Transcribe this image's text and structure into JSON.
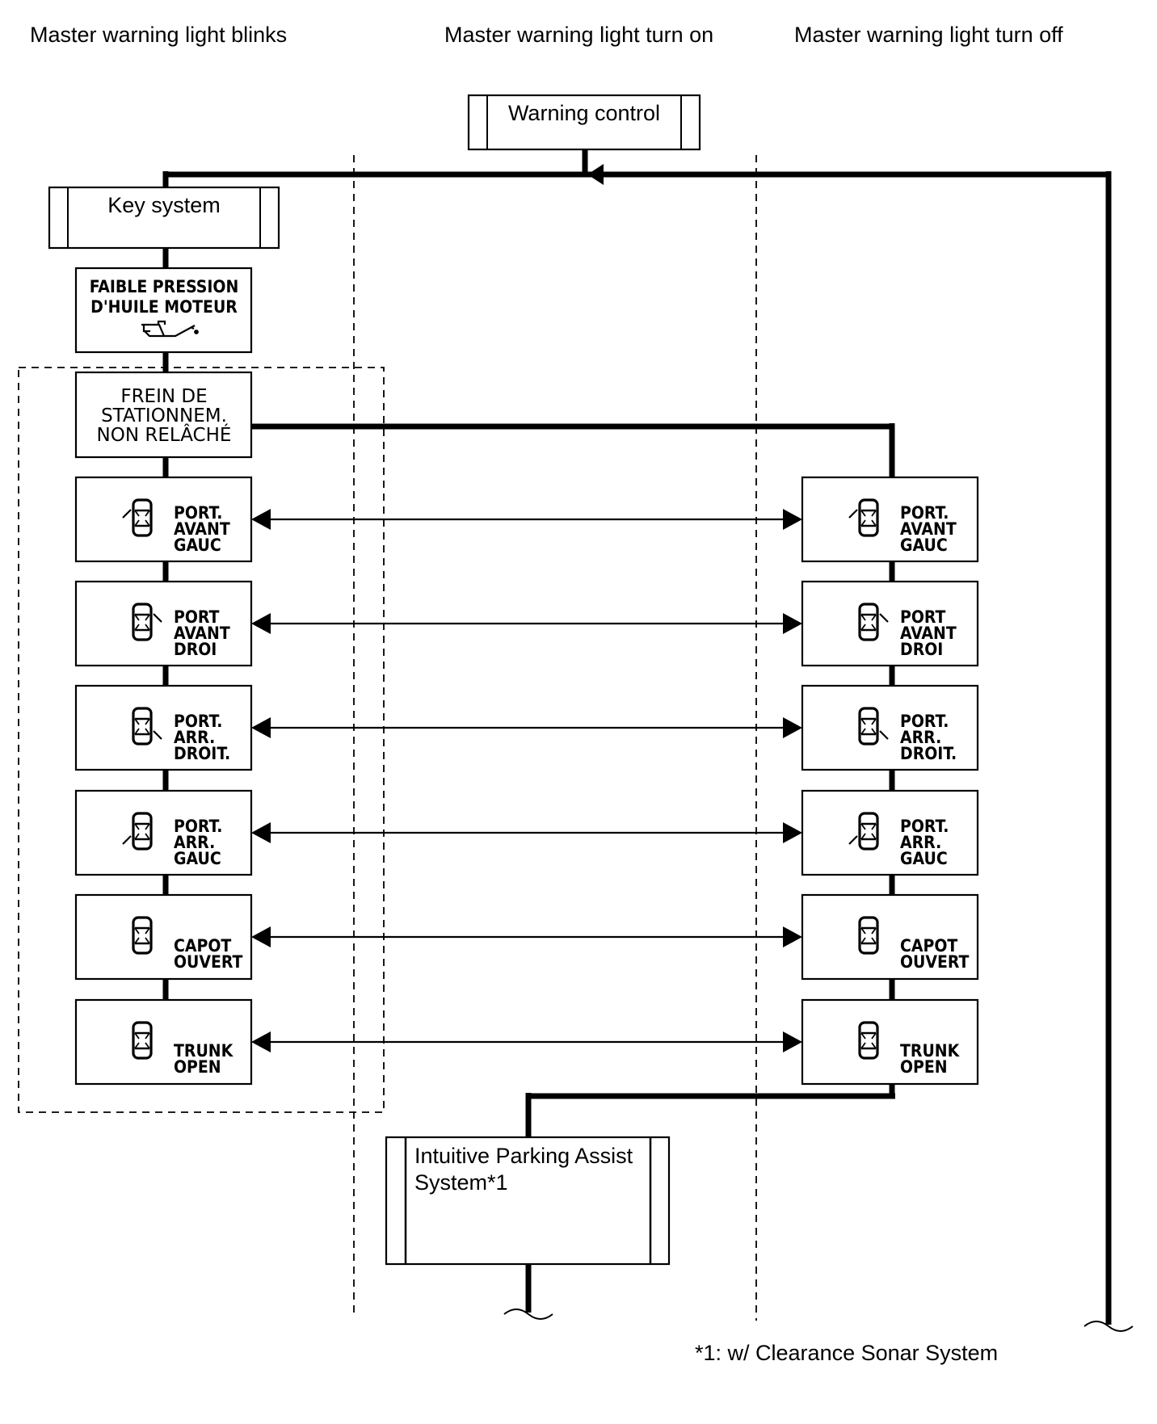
{
  "headers": {
    "blinks": "Master warning light blinks",
    "turn_on": "Master warning light turn on",
    "turn_off": "Master warning light turn off"
  },
  "systems": {
    "warning_control": "Warning control",
    "key_system": "Key system",
    "parking_assist_line1": "Intuitive Parking Assist",
    "parking_assist_line2": "System*1"
  },
  "oil_warning": {
    "line1": "FAIBLE PRESSION",
    "line2": "D'HUILE MOTEUR",
    "icon": "oil-can-icon"
  },
  "parking_brake": {
    "line1": "FREIN DE",
    "line2": "STATIONNEM.",
    "line3": "NON RELÂCHÉ"
  },
  "door_warnings": [
    {
      "id": "front-left",
      "icon": "car-door-front-left-icon",
      "lines": [
        "PORT.",
        "AVANT",
        "GAUC"
      ]
    },
    {
      "id": "front-right",
      "icon": "car-door-front-right-icon",
      "lines": [
        "PORT",
        "AVANT",
        "DROI"
      ]
    },
    {
      "id": "rear-right",
      "icon": "car-door-rear-right-icon",
      "lines": [
        "PORT.",
        "ARR.",
        "DROIT."
      ]
    },
    {
      "id": "rear-left",
      "icon": "car-door-rear-left-icon",
      "lines": [
        "PORT.",
        "ARR.",
        "GAUC"
      ]
    },
    {
      "id": "hood",
      "icon": "car-hood-icon",
      "lines": [
        "CAPOT",
        "OUVERT"
      ]
    },
    {
      "id": "trunk",
      "icon": "car-trunk-icon",
      "lines": [
        "TRUNK",
        "OPEN"
      ]
    }
  ],
  "footnote": "*1: w/ Clearance Sonar System"
}
